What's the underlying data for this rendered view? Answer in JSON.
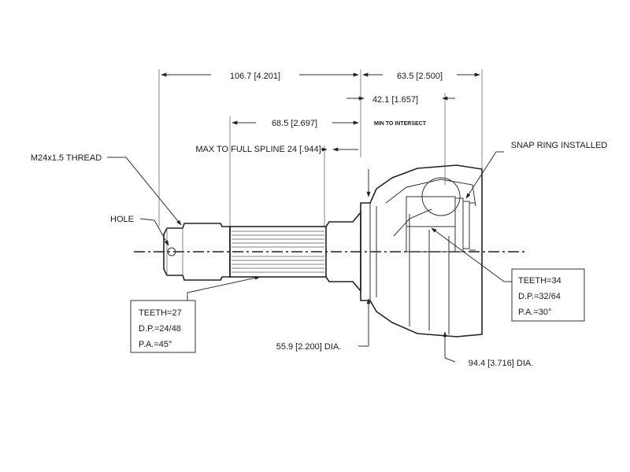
{
  "dimensions": {
    "overall_length": "106.7 [4.201]",
    "housing_length": "63.5 [2.500]",
    "center_offset": "42.1 [1.657]",
    "shaft_length": "68.5 [2.697]",
    "min_note": "MIN TO INTERSECT",
    "spline_note": "MAX TO FULL SPLINE 24 [.944]",
    "shaft_dia": "55.9 [2.200] DIA.",
    "outer_dia": "94.4 [3.716] DIA."
  },
  "callouts": {
    "thread": "M24x1.5 THREAD",
    "hole": "HOLE",
    "snap_ring": "SNAP RING INSTALLED"
  },
  "spec_left": {
    "teeth": "TEETH=27",
    "dp": "D.P.=24/48",
    "pa": "P.A.=45°"
  },
  "spec_right": {
    "teeth": "TEETH=34",
    "dp": "D.P.=32/64",
    "pa": "P.A.=30°"
  }
}
